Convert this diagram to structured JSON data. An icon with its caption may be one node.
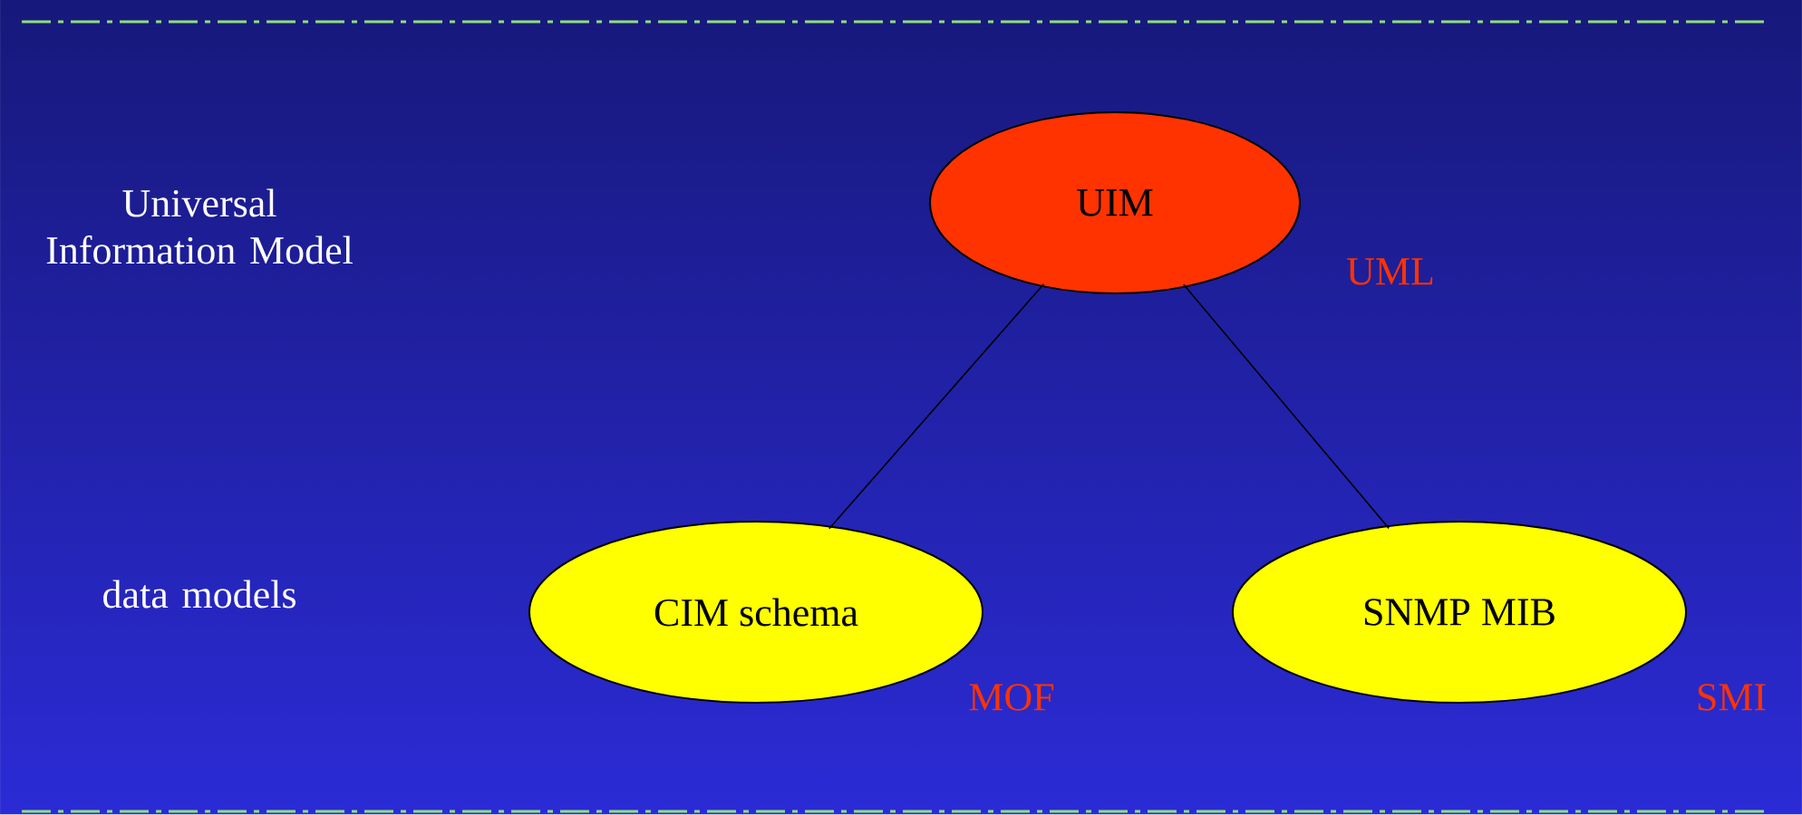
{
  "diagram": {
    "nodes": [
      {
        "text": [
          "UIM"
        ],
        "beside": [
          "UML"
        ]
      },
      {
        "text": [
          "CIM schema"
        ],
        "beside": [
          "MOF"
        ]
      },
      {
        "text": [
          "SNMP MIB"
        ],
        "beside": [
          "SMI"
        ]
      }
    ],
    "edges": [
      {
        "from": 0,
        "to": 1,
        "arrow": "none"
      },
      {
        "from": 0,
        "to": 2,
        "arrow": "none"
      }
    ],
    "labels": [
      "Universal Information Model",
      "data models"
    ]
  }
}
